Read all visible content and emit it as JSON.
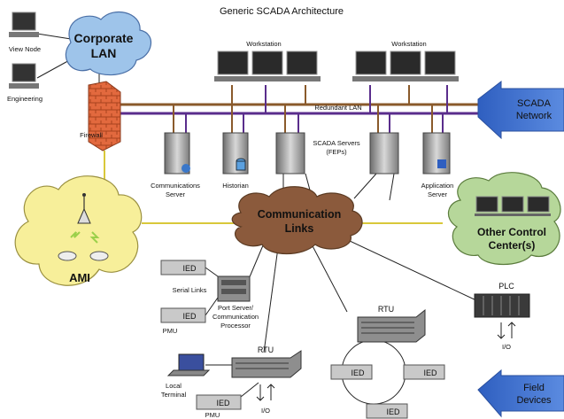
{
  "title_faded": "Generic SCADA Architecture",
  "clouds": {
    "corporate": [
      "Corporate",
      "LAN"
    ],
    "comm": [
      "Communication",
      "Links"
    ],
    "ami": "AMI",
    "other": [
      "Other Control",
      "Center(s)"
    ]
  },
  "nodes": {
    "view_node": "View Node",
    "engineering": "Engineering",
    "firewall": "Firewall",
    "workstation_left": "Workstation",
    "workstation_right": "Workstation",
    "redundant_lan": "Redundant LAN",
    "comm_server": [
      "Communications",
      "Server"
    ],
    "historian": "Historian",
    "scada_servers": [
      "SCADA Servers",
      "(FEPs)"
    ],
    "app_server": [
      "Application",
      "Server"
    ],
    "serial_links": "Serial Links",
    "port_server": [
      "Port Server/",
      "Communication",
      "Processor"
    ],
    "pmu_1": "PMU",
    "pmu_2": "PMU",
    "rtu_1": "RTU",
    "rtu_2": "RTU",
    "plc": "PLC",
    "io_plc": "I/O",
    "io_rtu": "I/O",
    "local_terminal": [
      "Local",
      "Terminal"
    ],
    "ied": "IED"
  },
  "arrows": {
    "scada_network": [
      "SCADA",
      "Network"
    ],
    "field_devices": [
      "Field",
      "Devices"
    ]
  },
  "colors": {
    "lan_brown": "#8a5a2b",
    "lan_purple": "#5a2d8c",
    "link_yellow": "#d9c83a",
    "arrow_blue": "#3f6fcf",
    "cloud_blue": "#9ec4ea",
    "cloud_brown": "#8b5a3c",
    "cloud_yellow": "#f7ef9a",
    "cloud_green": "#b6d79a",
    "firewall": "#e0643a"
  }
}
